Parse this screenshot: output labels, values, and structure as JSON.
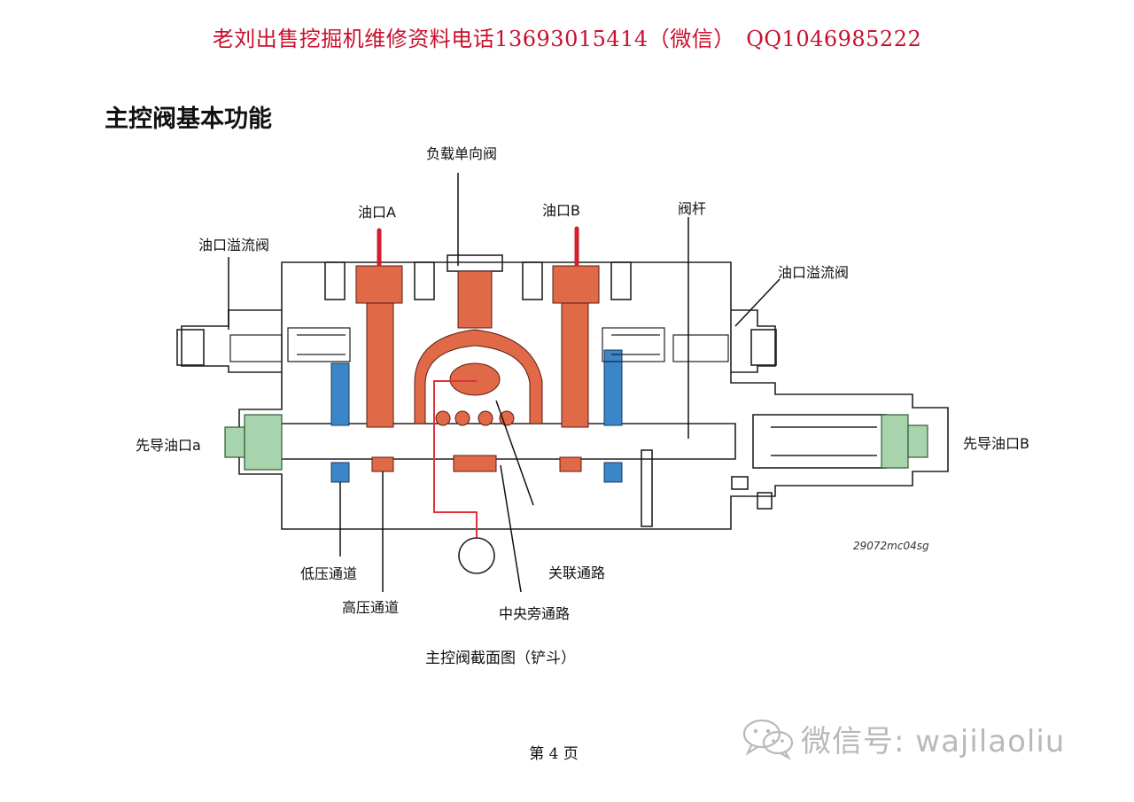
{
  "header": {
    "text": "老刘出售挖掘机维修资料电话13693015414（微信）　QQ1046985222",
    "color": "#c8102e"
  },
  "page": {
    "title": "主控阀基本功能",
    "page_number": "第 4 页"
  },
  "figure": {
    "caption": "主控阀截面图（铲斗）",
    "code": "29072mc04sg",
    "labels": {
      "load_check_valve": "负载单向阀",
      "port_a": "油口A",
      "port_b": "油口B",
      "spool": "阀杆",
      "port_relief_left": "油口溢流阀",
      "port_relief_right": "油口溢流阀",
      "pilot_port_a": "先导油口a",
      "pilot_port_b": "先导油口B",
      "low_pressure_passage": "低压通道",
      "high_pressure_passage": "高压通道",
      "parallel_passage": "关联通路",
      "center_bypass": "中央旁通路"
    },
    "colors": {
      "high_pressure": "#e06a48",
      "low_pressure": "#3b86c8",
      "pilot": "#a8d4ad",
      "signal_line": "#e0303a",
      "outline": "#222222"
    }
  },
  "watermark": {
    "text": "微信号: wajilaoliu",
    "icon": "wechat-icon"
  }
}
